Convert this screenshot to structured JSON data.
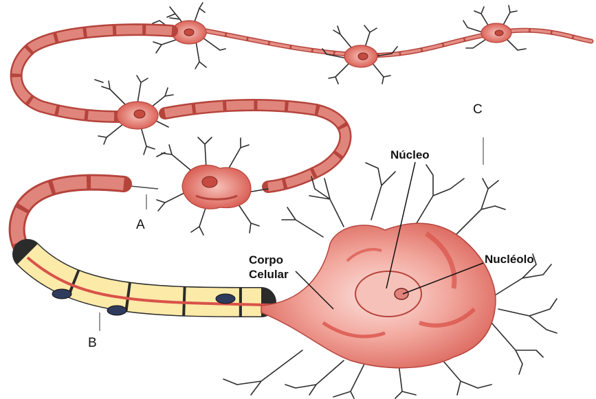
{
  "labels": {
    "a": "A",
    "b": "B",
    "c": "C",
    "nucleo": "Núcleo",
    "nucleolo": "Nucléolo",
    "corpo_line1": "Corpo",
    "corpo_line2": "Celular"
  },
  "colors": {
    "myelin": "#d9786f",
    "myelin_dark": "#b5443c",
    "soma": "#f4b2a8",
    "soma_dark": "#d9524a",
    "schwann": "#fbeaa8",
    "outline": "#2b2b2b"
  }
}
